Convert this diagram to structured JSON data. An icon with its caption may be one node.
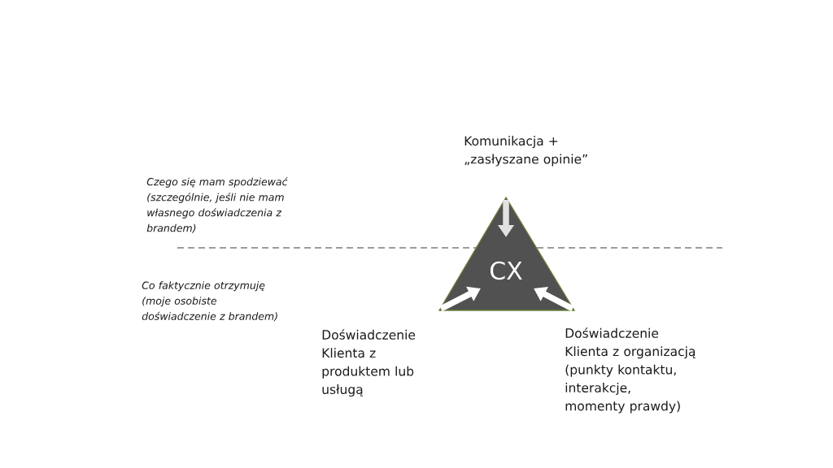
{
  "diagram": {
    "nodes": [
      {
        "text": [
          "CX"
        ]
      },
      {
        "text": [
          "Komunikacja + „zasłyszane opinie”"
        ]
      },
      {
        "text": [
          "Doświadczenie Klienta z produktem lub usługą"
        ]
      },
      {
        "text": [
          "Doświadczenie Klienta z organizacją (punkty kontaktu, interakcje, momenty prawdy)"
        ]
      }
    ],
    "labels": [
      "Czego się mam spodziewać (szczególnie, jeśli nie mam własnego doświadczenia z brandem)",
      "Co faktycznie otrzymuję (moje osobiste doświadczenie z brandem)"
    ]
  }
}
